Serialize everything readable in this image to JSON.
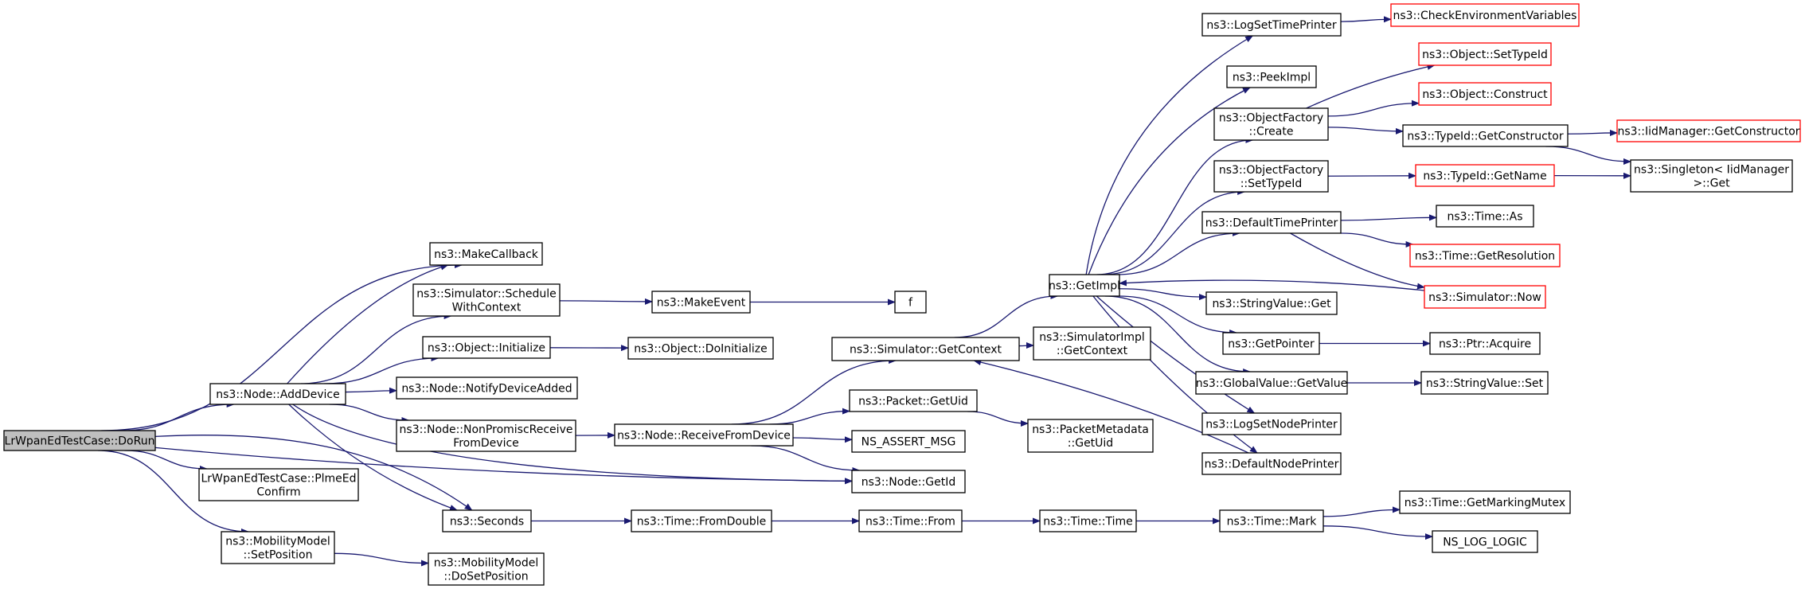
{
  "graph": {
    "colors": {
      "edge": "#191970",
      "node_border": "#000000",
      "missing_border": "#ff0000",
      "root_fill": "#bfbfbf",
      "node_fill": "#ffffff",
      "text": "#000000"
    },
    "nodes": [
      {
        "id": "dorun",
        "lines": [
          "LrWpanEdTestCase::DoRun"
        ],
        "style": "root"
      },
      {
        "id": "makecallback",
        "lines": [
          "ns3::MakeCallback"
        ],
        "style": "normal"
      },
      {
        "id": "adddevice",
        "lines": [
          "ns3::Node::AddDevice"
        ],
        "style": "normal"
      },
      {
        "id": "plmeed",
        "lines": [
          "LrWpanEdTestCase::PlmeEd",
          "Confirm"
        ],
        "style": "normal"
      },
      {
        "id": "setposition",
        "lines": [
          "ns3::MobilityModel",
          "::SetPosition"
        ],
        "style": "normal"
      },
      {
        "id": "schedulewithcontext",
        "lines": [
          "ns3::Simulator::Schedule",
          "WithContext"
        ],
        "style": "normal"
      },
      {
        "id": "objinitialize",
        "lines": [
          "ns3::Object::Initialize"
        ],
        "style": "normal"
      },
      {
        "id": "notifydeviceadded",
        "lines": [
          "ns3::Node::NotifyDeviceAdded"
        ],
        "style": "normal"
      },
      {
        "id": "nonpromisc",
        "lines": [
          "ns3::Node::NonPromiscReceive",
          "FromDevice"
        ],
        "style": "normal"
      },
      {
        "id": "seconds",
        "lines": [
          "ns3::Seconds"
        ],
        "style": "normal"
      },
      {
        "id": "dosetposition",
        "lines": [
          "ns3::MobilityModel",
          "::DoSetPosition"
        ],
        "style": "normal"
      },
      {
        "id": "makeevent",
        "lines": [
          "ns3::MakeEvent"
        ],
        "style": "normal"
      },
      {
        "id": "doinitialize",
        "lines": [
          "ns3::Object::DoInitialize"
        ],
        "style": "normal"
      },
      {
        "id": "receivefromdevice",
        "lines": [
          "ns3::Node::ReceiveFromDevice"
        ],
        "style": "normal"
      },
      {
        "id": "fromdouble",
        "lines": [
          "ns3::Time::FromDouble"
        ],
        "style": "normal"
      },
      {
        "id": "f",
        "lines": [
          "f"
        ],
        "style": "normal"
      },
      {
        "id": "getcontext",
        "lines": [
          "ns3::Simulator::GetContext"
        ],
        "style": "normal"
      },
      {
        "id": "packetgetuid",
        "lines": [
          "ns3::Packet::GetUid"
        ],
        "style": "normal"
      },
      {
        "id": "assertmsg",
        "lines": [
          "NS_ASSERT_MSG"
        ],
        "style": "normal"
      },
      {
        "id": "nodegetid",
        "lines": [
          "ns3::Node::GetId"
        ],
        "style": "normal"
      },
      {
        "id": "timefrom",
        "lines": [
          "ns3::Time::From"
        ],
        "style": "normal"
      },
      {
        "id": "getimpl",
        "lines": [
          "ns3::GetImpl"
        ],
        "style": "normal"
      },
      {
        "id": "simimplgetcontext",
        "lines": [
          "ns3::SimulatorImpl",
          "::GetContext"
        ],
        "style": "normal"
      },
      {
        "id": "metadatagetuid",
        "lines": [
          "ns3::PacketMetadata",
          "::GetUid"
        ],
        "style": "normal"
      },
      {
        "id": "timetime",
        "lines": [
          "ns3::Time::Time"
        ],
        "style": "normal"
      },
      {
        "id": "logsettimeprinter",
        "lines": [
          "ns3::LogSetTimePrinter"
        ],
        "style": "normal"
      },
      {
        "id": "peekimpl",
        "lines": [
          "ns3::PeekImpl"
        ],
        "style": "normal"
      },
      {
        "id": "objfactorycreate",
        "lines": [
          "ns3::ObjectFactory",
          "::Create"
        ],
        "style": "normal"
      },
      {
        "id": "objfactorysettypeid",
        "lines": [
          "ns3::ObjectFactory",
          "::SetTypeId"
        ],
        "style": "normal"
      },
      {
        "id": "defaulttimeprinter",
        "lines": [
          "ns3::DefaultTimePrinter"
        ],
        "style": "normal"
      },
      {
        "id": "stringvalueget",
        "lines": [
          "ns3::StringValue::Get"
        ],
        "style": "normal"
      },
      {
        "id": "getpointer",
        "lines": [
          "ns3::GetPointer"
        ],
        "style": "normal"
      },
      {
        "id": "globalgetvalue",
        "lines": [
          "ns3::GlobalValue::GetValue"
        ],
        "style": "normal"
      },
      {
        "id": "logsetnodeprinter",
        "lines": [
          "ns3::LogSetNodePrinter"
        ],
        "style": "normal"
      },
      {
        "id": "defaultnodeprinter",
        "lines": [
          "ns3::DefaultNodePrinter"
        ],
        "style": "normal"
      },
      {
        "id": "timemark",
        "lines": [
          "ns3::Time::Mark"
        ],
        "style": "normal"
      },
      {
        "id": "checkenv",
        "lines": [
          "ns3::CheckEnvironmentVariables"
        ],
        "style": "missing"
      },
      {
        "id": "objsettypeid",
        "lines": [
          "ns3::Object::SetTypeId"
        ],
        "style": "missing"
      },
      {
        "id": "objconstruct",
        "lines": [
          "ns3::Object::Construct"
        ],
        "style": "missing"
      },
      {
        "id": "typeidgetconstructor",
        "lines": [
          "ns3::TypeId::GetConstructor"
        ],
        "style": "normal"
      },
      {
        "id": "typeidgetname",
        "lines": [
          "ns3::TypeId::GetName"
        ],
        "style": "missing"
      },
      {
        "id": "timeas",
        "lines": [
          "ns3::Time::As"
        ],
        "style": "normal"
      },
      {
        "id": "timegetresolution",
        "lines": [
          "ns3::Time::GetResolution"
        ],
        "style": "missing"
      },
      {
        "id": "simnow",
        "lines": [
          "ns3::Simulator::Now"
        ],
        "style": "missing"
      },
      {
        "id": "ptracquire",
        "lines": [
          "ns3::Ptr::Acquire"
        ],
        "style": "normal"
      },
      {
        "id": "stringvalueset",
        "lines": [
          "ns3::StringValue::Set"
        ],
        "style": "normal"
      },
      {
        "id": "getmarkingmutex",
        "lines": [
          "ns3::Time::GetMarkingMutex"
        ],
        "style": "normal"
      },
      {
        "id": "nsloglogic",
        "lines": [
          "NS_LOG_LOGIC"
        ],
        "style": "normal"
      },
      {
        "id": "iidgetconstructor",
        "lines": [
          "ns3::IidManager::GetConstructor"
        ],
        "style": "missing"
      },
      {
        "id": "singletonget",
        "lines": [
          "ns3::Singleton< IidManager",
          ">::Get"
        ],
        "style": "normal"
      }
    ]
  }
}
